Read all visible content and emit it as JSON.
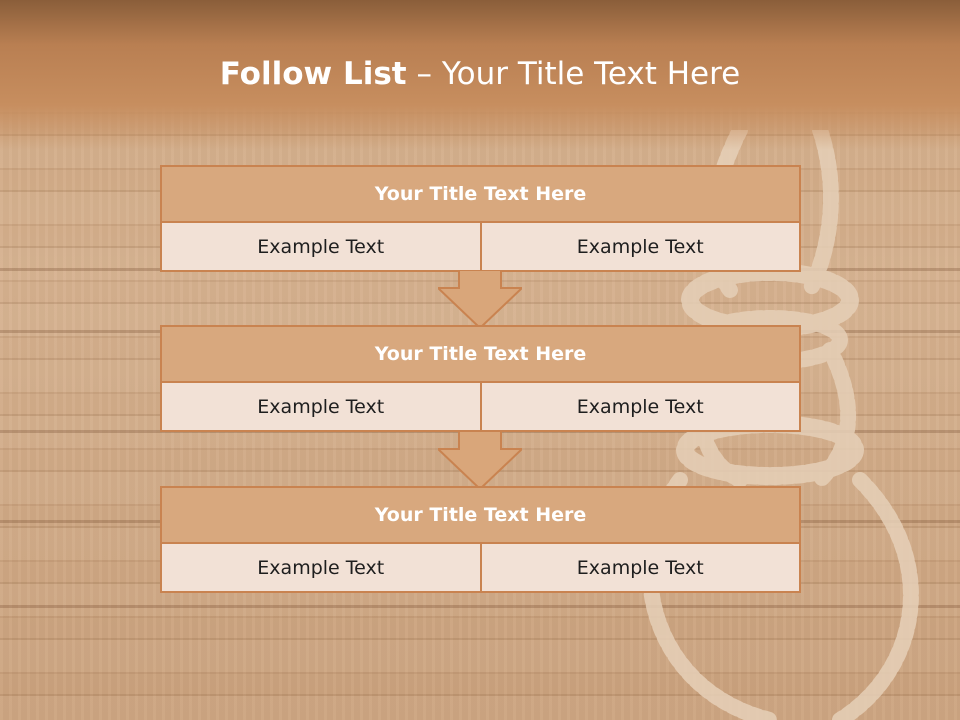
{
  "slide": {
    "title_bold": "Follow List",
    "title_rest": " – Your Title Text Here"
  },
  "blocks": [
    {
      "title": "Your Title Text Here",
      "left": "Example Text",
      "right": "Example Text"
    },
    {
      "title": "Your Title Text Here",
      "left": "Example Text",
      "right": "Example Text"
    },
    {
      "title": "Your Title Text Here",
      "left": "Example Text",
      "right": "Example Text"
    }
  ],
  "colors": {
    "header": "#c78e5f",
    "block_head": "#d8a87e",
    "block_border": "#c98350",
    "cell_bg": "#f2e1d6"
  }
}
